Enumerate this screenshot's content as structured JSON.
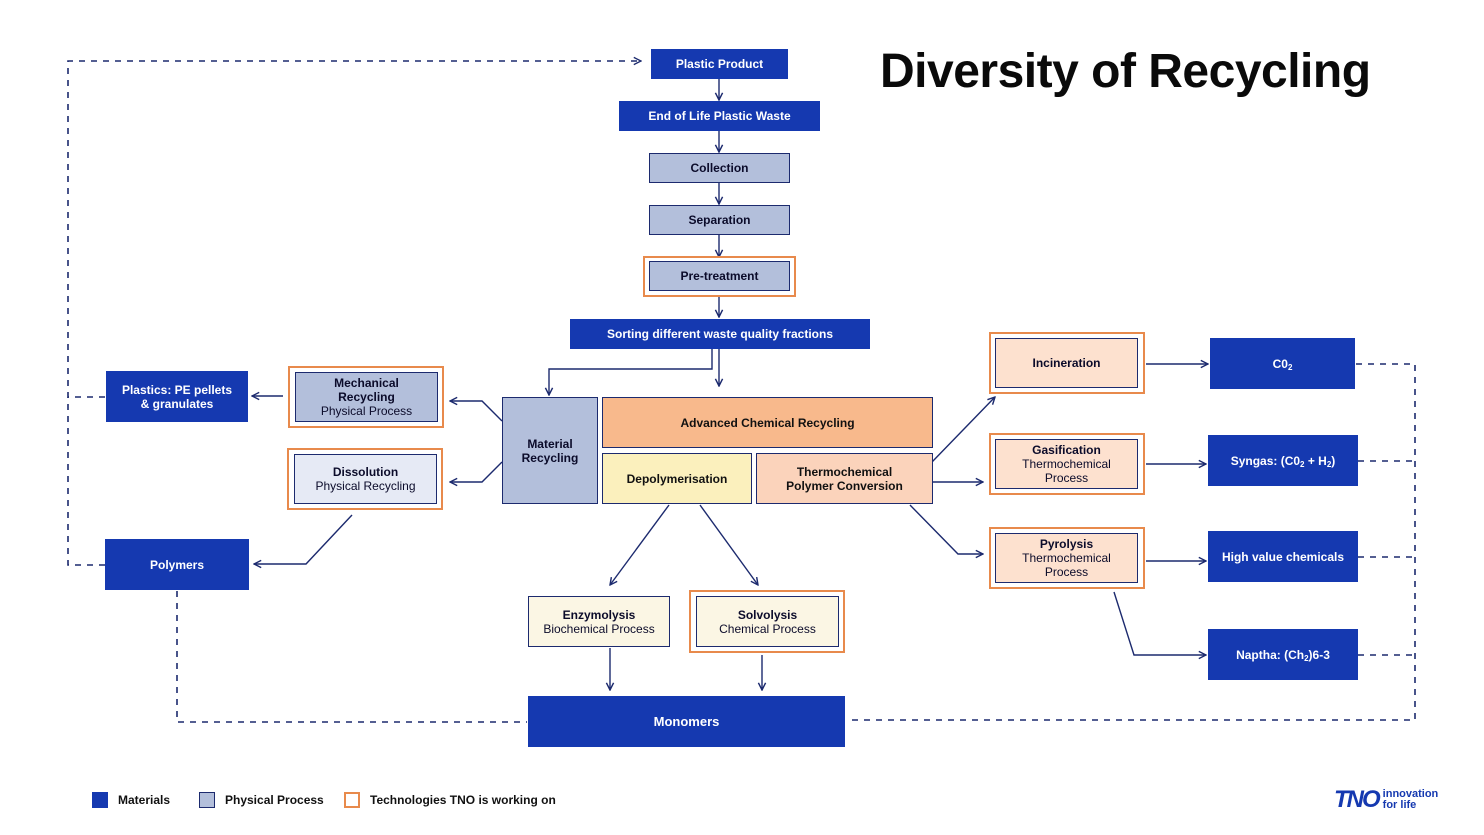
{
  "title": "Diversity of Recycling",
  "nodes": {
    "plastic_product": "Plastic Product",
    "end_of_life": "End of Life Plastic Waste",
    "collection": "Collection",
    "separation": "Separation",
    "pretreatment": "Pre-treatment",
    "sorting": "Sorting different waste quality fractions",
    "material_recycling": "Material Recycling",
    "advanced_chemical": "Advanced Chemical Recycling",
    "depolymerisation": "Depolymerisation",
    "thermochemical": "Thermochemical Polymer Conversion",
    "mechanical_title": "Mechanical Recycling",
    "mechanical_sub": "Physical Process",
    "dissolution_title": "Dissolution",
    "dissolution_sub": "Physical Recycling",
    "pe_pellets": "Plastics: PE pellets & granulates",
    "polymers": "Polymers",
    "enzymolysis_title": "Enzymolysis",
    "enzymolysis_sub": "Biochemical Process",
    "solvolysis_title": "Solvolysis",
    "solvolysis_sub": "Chemical Process",
    "monomers": "Monomers",
    "incineration": "Incineration",
    "gasification_title": "Gasification",
    "gasification_sub": "Thermochemical Process",
    "pyrolysis_title": "Pyrolysis",
    "pyrolysis_sub": "Thermochemical Process",
    "co2_main": "C0",
    "co2_sub": "2",
    "syngas_a": "Syngas: (C0",
    "syngas_b": " + H",
    "syngas_c": ")",
    "syngas_sub1": "2",
    "syngas_sub2": "2",
    "high_value": "High value chemicals",
    "naptha_a": "Naptha: (Ch",
    "naptha_sub": "2",
    "naptha_b": ")6-3"
  },
  "legend": {
    "materials": "Materials",
    "physical": "Physical Process",
    "tno": "Technologies TNO is working on"
  },
  "logo": {
    "mark": "TNO",
    "tag_line1": "innovation",
    "tag_line2": "for life"
  },
  "colors": {
    "materials": "#1539b0",
    "physical_process": "#b3bfdb",
    "tno_highlight": "#e88a4c",
    "arrows": "#1c2a6e"
  }
}
